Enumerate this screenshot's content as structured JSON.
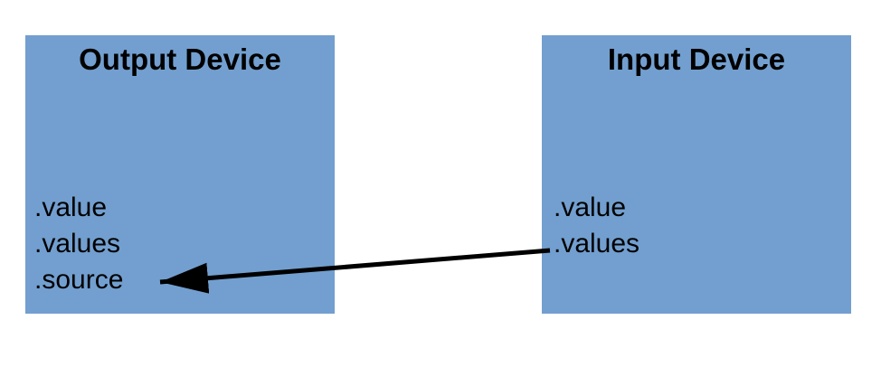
{
  "diagram": {
    "colors": {
      "box_fill": "#729FCF",
      "text": "#000000",
      "arrow": "#000000",
      "background": "#FFFFFF"
    },
    "output_box": {
      "title": "Output Device",
      "properties": [
        ".value",
        ".values",
        ".source"
      ]
    },
    "input_box": {
      "title": "Input Device",
      "properties": [
        ".value",
        ".values"
      ]
    },
    "arrow": {
      "from": ".values (Input Device)",
      "to": ".source (Output Device)"
    }
  }
}
